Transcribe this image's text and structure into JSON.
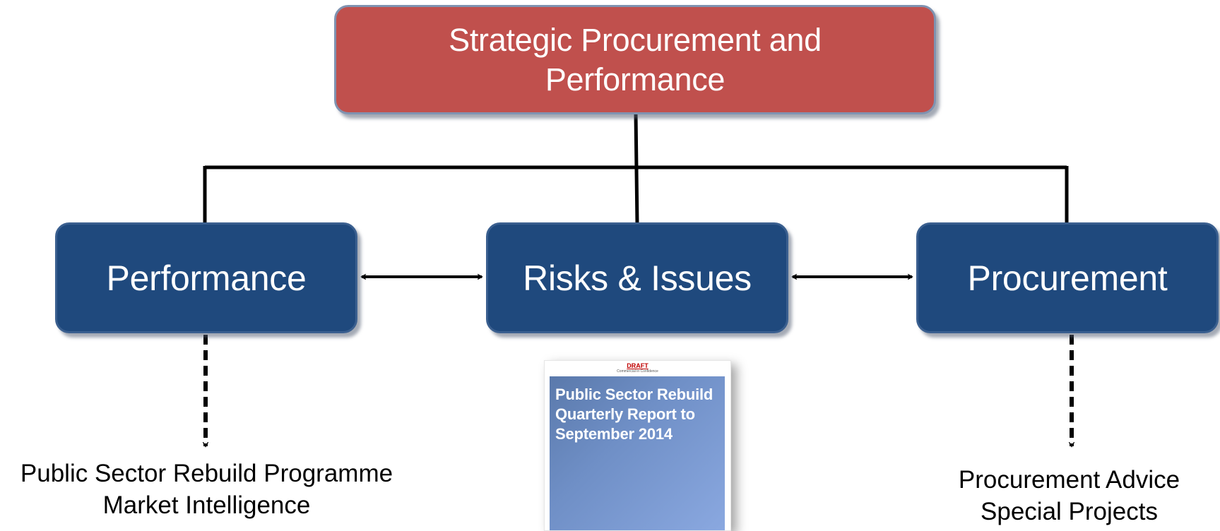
{
  "top_box": {
    "title": "Strategic Procurement  and Performance",
    "color": "#c0504d"
  },
  "boxes": [
    {
      "label": "Performance",
      "color": "#1f497d"
    },
    {
      "label": "Risks & Issues",
      "color": "#1f497d"
    },
    {
      "label": "Procurement",
      "color": "#1f497d"
    }
  ],
  "performance_outputs": {
    "line1": "Public Sector Rebuild Programme",
    "line2": "Market Intelligence"
  },
  "procurement_outputs": {
    "line1": "Procurement Advice",
    "line2": "Special Projects"
  },
  "report": {
    "draft_label": "DRAFT",
    "confidentiality": "Commercial in Confidence",
    "title": "Public Sector Rebuild Quarterly Report to September 2014"
  }
}
